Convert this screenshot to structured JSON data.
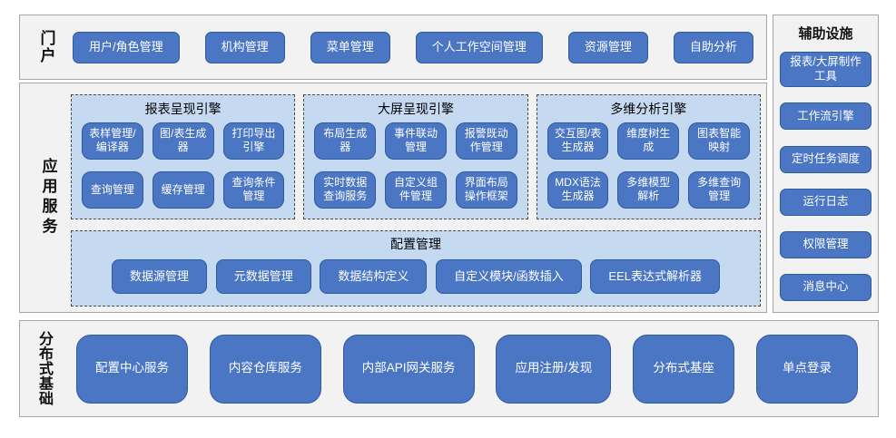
{
  "colors": {
    "button_blue": "#4a76c4",
    "button_border": "#2e5b9e",
    "panel_light_blue": "#c5d9f1",
    "section_gray": "#f2f2f2",
    "section_border": "#a6a6a6"
  },
  "portal": {
    "label": "门户",
    "buttons": [
      "用户/角色管理",
      "机构管理",
      "菜单管理",
      "个人工作空间管理",
      "资源管理",
      "自助分析"
    ]
  },
  "app_services": {
    "label": "应用服务",
    "engines": [
      {
        "title": "报表呈现引擎",
        "buttons": [
          "表样管理/编译器",
          "图/表生成器",
          "打印导出引擎",
          "查询管理",
          "缓存管理",
          "查询条件管理"
        ]
      },
      {
        "title": "大屏呈现引擎",
        "buttons": [
          "布局生成器",
          "事件联动管理",
          "报警既动作管理",
          "实时数据查询服务",
          "自定义组件管理",
          "界面布局操作框架"
        ]
      },
      {
        "title": "多维分析引擎",
        "buttons": [
          "交互图/表生成器",
          "维度树生成",
          "图表智能映射",
          "MDX语法生成器",
          "多维模型解析",
          "多维查询管理"
        ]
      }
    ],
    "config": {
      "title": "配置管理",
      "buttons": [
        "数据源管理",
        "元数据管理",
        "数据结构定义",
        "自定义模块/函数插入",
        "EEL表达式解析器"
      ]
    }
  },
  "auxiliary": {
    "label": "辅助设施",
    "buttons": [
      "报表/大屏制作工具",
      "工作流引擎",
      "定时任务调度",
      "运行日志",
      "权限管理",
      "消息中心"
    ]
  },
  "distributed": {
    "label": "分布式基础",
    "buttons": [
      "配置中心服务",
      "内容仓库服务",
      "内部API网关服务",
      "应用注册/发现",
      "分布式基座",
      "单点登录"
    ]
  }
}
